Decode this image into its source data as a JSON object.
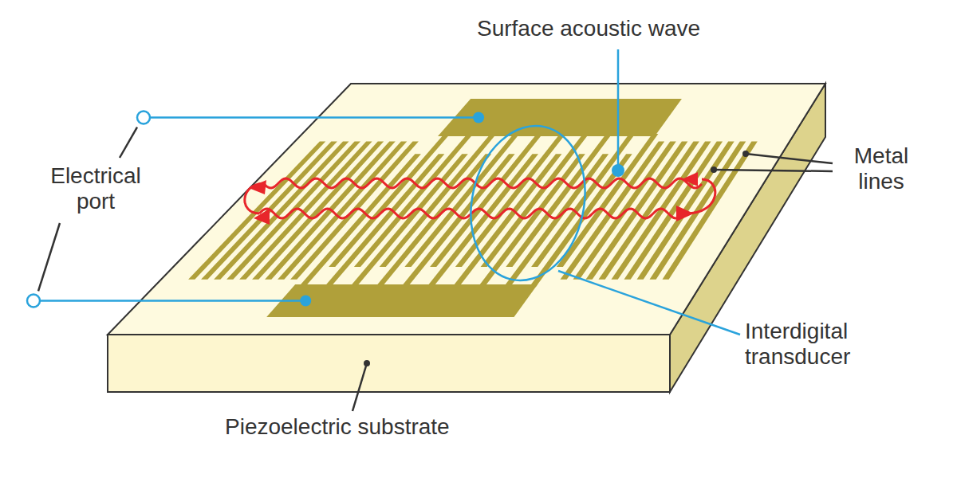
{
  "diagram": {
    "labels": [
      "Surface acoustic wave",
      "Metal lines",
      "Electrical port",
      "Interdigital transducer",
      "Piezoelectric substrate"
    ]
  }
}
